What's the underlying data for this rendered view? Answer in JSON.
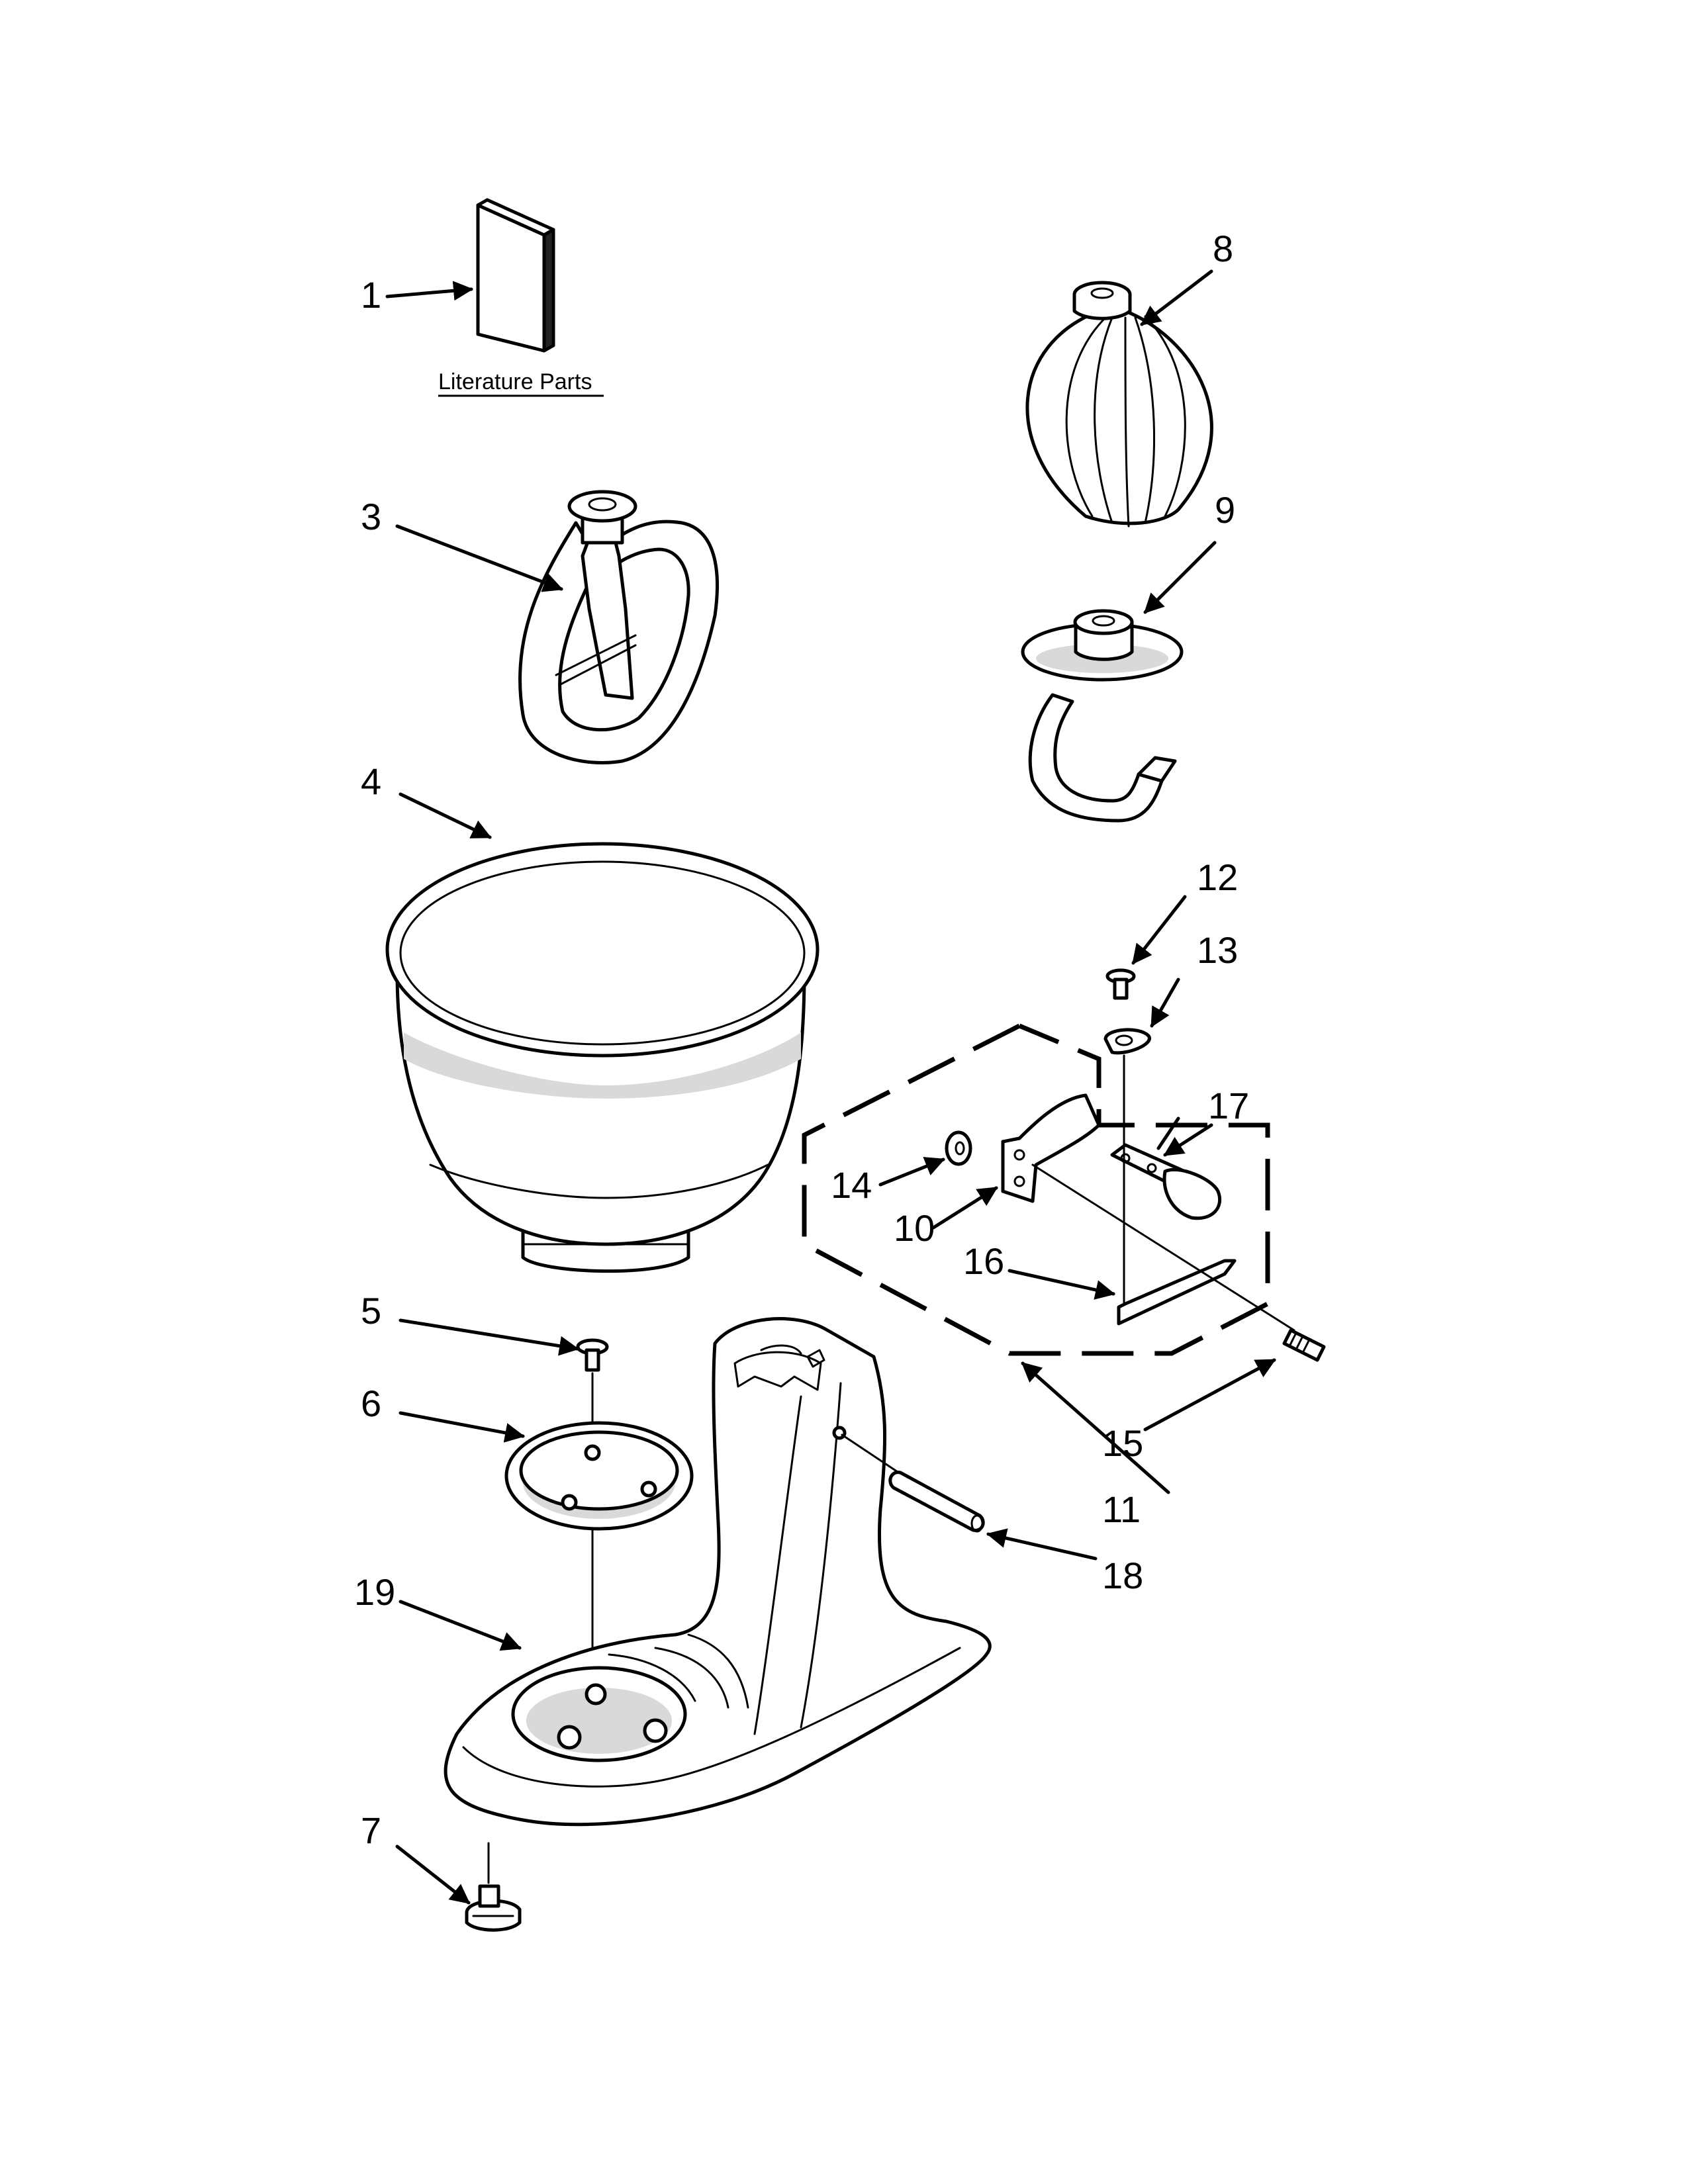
{
  "literature": {
    "label": "Literature Parts"
  },
  "callouts": {
    "c1": "1",
    "c3": "3",
    "c4": "4",
    "c5": "5",
    "c6": "6",
    "c7": "7",
    "c8": "8",
    "c9": "9",
    "c10": "10",
    "c11": "11",
    "c12": "12",
    "c13": "13",
    "c14": "14",
    "c15": "15",
    "c16": "16",
    "c17": "17",
    "c18": "18",
    "c19": "19"
  }
}
